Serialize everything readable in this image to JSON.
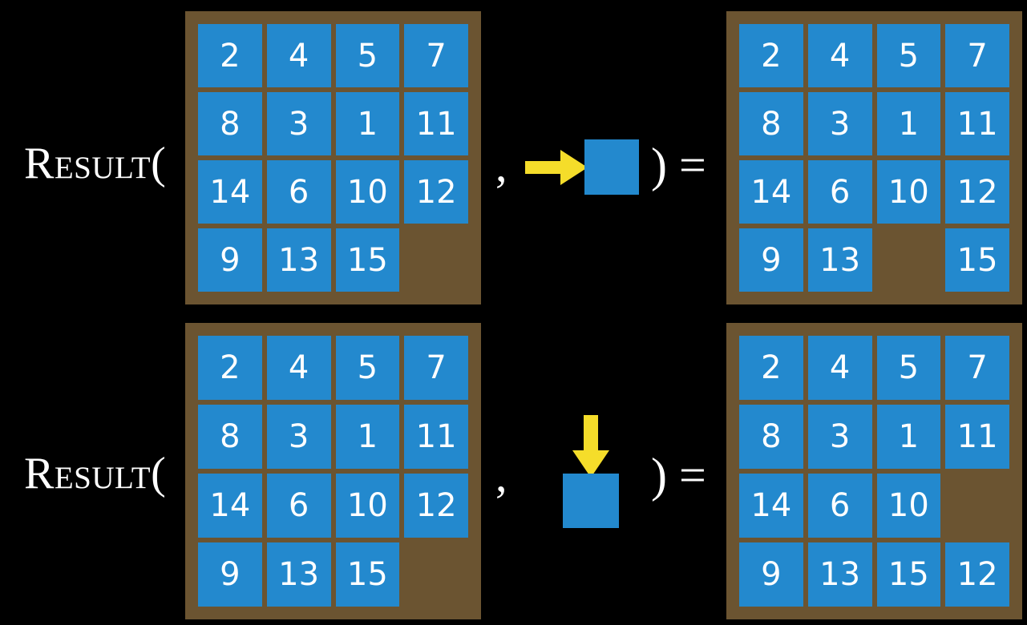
{
  "page": {
    "background_color": "#000000",
    "board_color": "#6b5431",
    "tile_color": "#2389ce",
    "tile_text_color": "#ffffff",
    "arrow_color": "#f5dd2a",
    "text_color": "#ffffff"
  },
  "rows": [
    {
      "id": "row-1",
      "label": "Result(",
      "comma": ",",
      "close_equals": ") =",
      "operator": {
        "direction": "right",
        "icon_name": "arrow-right-icon",
        "tile_label": ""
      },
      "input_board": {
        "caption": "input-board",
        "cells": [
          [
            "2",
            "4",
            "5",
            "7"
          ],
          [
            "8",
            "3",
            "1",
            "11"
          ],
          [
            "14",
            "6",
            "10",
            "12"
          ],
          [
            "9",
            "13",
            "15",
            ""
          ]
        ]
      },
      "output_board": {
        "caption": "output-board",
        "cells": [
          [
            "2",
            "4",
            "5",
            "7"
          ],
          [
            "8",
            "3",
            "1",
            "11"
          ],
          [
            "14",
            "6",
            "10",
            "12"
          ],
          [
            "9",
            "13",
            "",
            "15"
          ]
        ]
      }
    },
    {
      "id": "row-2",
      "label": "Result(",
      "comma": ",",
      "close_equals": ") =",
      "operator": {
        "direction": "down",
        "icon_name": "arrow-down-icon",
        "tile_label": ""
      },
      "input_board": {
        "caption": "input-board",
        "cells": [
          [
            "2",
            "4",
            "5",
            "7"
          ],
          [
            "8",
            "3",
            "1",
            "11"
          ],
          [
            "14",
            "6",
            "10",
            "12"
          ],
          [
            "9",
            "13",
            "15",
            ""
          ]
        ]
      },
      "output_board": {
        "caption": "output-board",
        "cells": [
          [
            "2",
            "4",
            "5",
            "7"
          ],
          [
            "8",
            "3",
            "1",
            "11"
          ],
          [
            "14",
            "6",
            "10",
            ""
          ],
          [
            "9",
            "13",
            "15",
            "12"
          ]
        ]
      }
    }
  ]
}
